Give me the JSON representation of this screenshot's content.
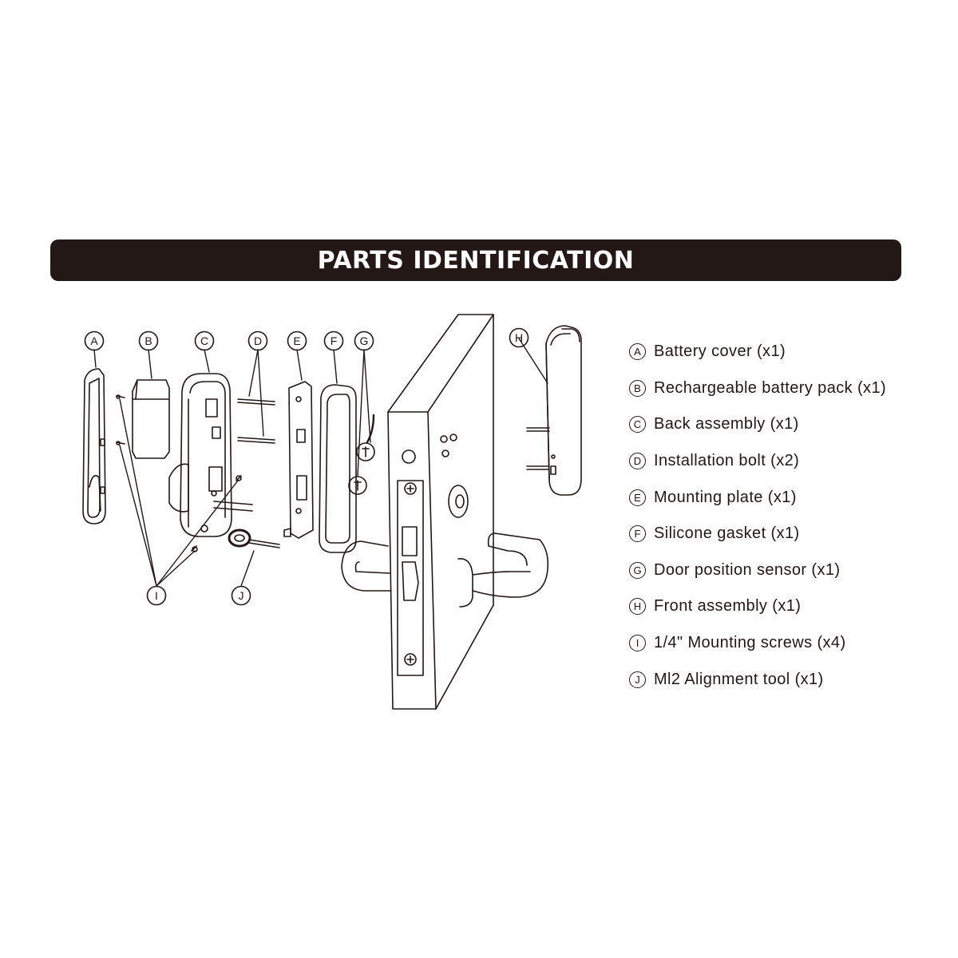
{
  "banner": {
    "title": "PARTS IDENTIFICATION"
  },
  "callouts": {
    "a": "A",
    "b": "B",
    "c": "C",
    "d": "D",
    "e": "E",
    "f": "F",
    "g": "G",
    "h": "H",
    "i": "I",
    "j": "J"
  },
  "legend": [
    {
      "letter": "A",
      "text": "Battery cover (x1)"
    },
    {
      "letter": "B",
      "text": "Rechargeable battery pack (x1)"
    },
    {
      "letter": "C",
      "text": "Back assembly (x1)"
    },
    {
      "letter": "D",
      "text": "Installation bolt (x2)"
    },
    {
      "letter": "E",
      "text": "Mounting plate (x1)"
    },
    {
      "letter": "F",
      "text": "Silicone gasket (x1)"
    },
    {
      "letter": "G",
      "text": "Door position sensor (x1)"
    },
    {
      "letter": "H",
      "text": "Front assembly (x1)"
    },
    {
      "letter": "I",
      "text": "1/4\" Mounting screws (x4)"
    },
    {
      "letter": "J",
      "text": "Ml2 Alignment tool (x1)"
    }
  ],
  "colors": {
    "ink": "#231815",
    "banner_bg": "#231815",
    "banner_text": "#ffffff",
    "page_bg": "#ffffff"
  }
}
